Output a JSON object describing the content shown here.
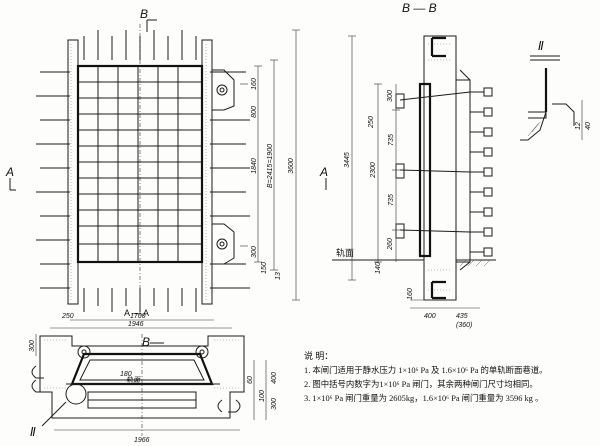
{
  "labels": {
    "section_bb_title": "B — B",
    "section_aa_title": "A — A",
    "marker_b": "B",
    "marker_a": "A",
    "roman_two": "Ⅱ",
    "rail": "轨面"
  },
  "dimensions": {
    "elevation": {
      "height_total": "3600",
      "height_gate": "B=2415=1900",
      "height_1840": "1840",
      "top_160": "160",
      "top_800": "800",
      "bot_300": "300",
      "bot_150": "150",
      "bot_13": "13"
    },
    "section": {
      "d_3445": "3445",
      "d_2300": "2300",
      "d_735_a": "735",
      "d_735_b": "735",
      "d_250": "250",
      "d_300": "300",
      "d_260": "260",
      "d_140": "140",
      "d_160": "160",
      "d_400": "400",
      "d_435": "435",
      "d_360": "(360)"
    },
    "plan": {
      "d_1700": "1700",
      "d_1946": "1946",
      "d_1966": "1966",
      "d_250": "250",
      "d_300": "300",
      "d_180": "180",
      "d_60": "60",
      "d_100": "100",
      "d_400": "400",
      "d_300b": "300"
    },
    "detail": {
      "d_12": "12",
      "d_40": "40"
    }
  },
  "notes": {
    "title": "说 明：",
    "items": [
      "1. 本闸门适用于静水压力 1×10⁶ Pa 及 1.6×10⁶ Pa 的单轨断面巷道。",
      "2. 图中括号内数字为1×10⁶ Pa 闸门，其余两种闸门尺寸均相同。",
      "3. 1×10⁶ Pa 闸门重量为 2605kg，1.6×10⁶ Pa 闸门重量为 3596 kg 。"
    ]
  }
}
